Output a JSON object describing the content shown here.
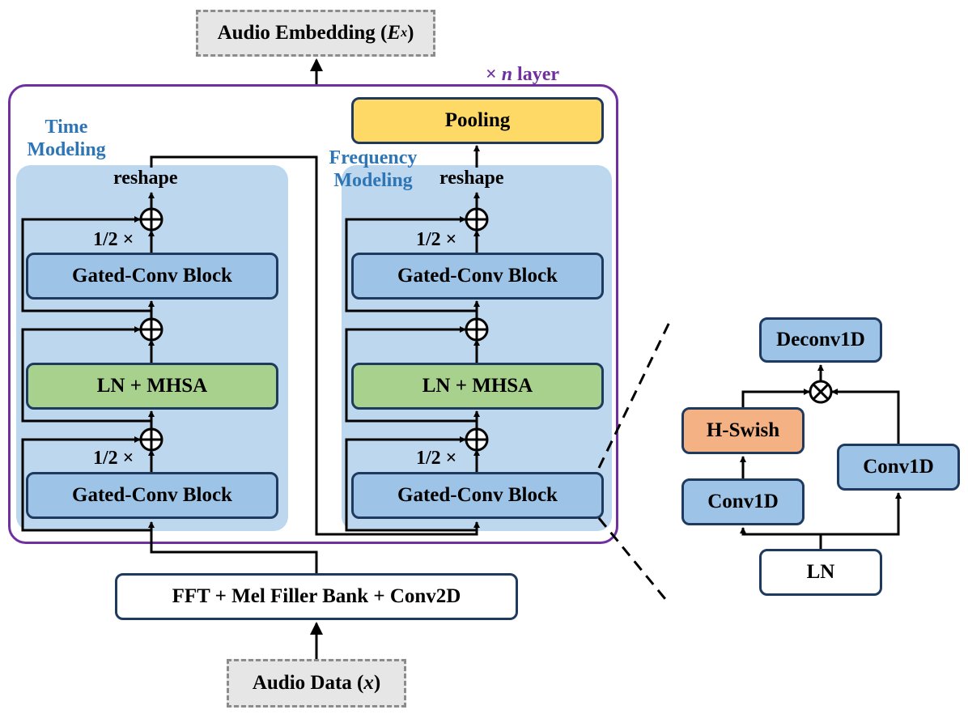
{
  "diagram": {
    "audio_embedding": {
      "prefix": "Audio Embedding (",
      "symbol": "E",
      "superscript": "x",
      "suffix": ")"
    },
    "n_layer": {
      "times": "×",
      "n": "n",
      "text": " layer"
    },
    "time_modeling": {
      "line1": "Time",
      "line2": "Modeling"
    },
    "frequency_modeling": {
      "line1": "Frequency",
      "line2": "Modeling"
    },
    "pooling": "Pooling",
    "reshape": "reshape",
    "gated_conv_block": "Gated-Conv Block",
    "ln_mhsa": "LN + MHSA",
    "half_scale": "1/2 ×",
    "fft": "FFT + Mel Filler Bank + Conv2D",
    "audio_data": {
      "prefix": "Audio Data (",
      "symbol": "x",
      "suffix": ")"
    },
    "detail": {
      "deconv": "Deconv1D",
      "hswish": "H-Swish",
      "conv_left": "Conv1D",
      "conv_right": "Conv1D",
      "ln": "LN"
    }
  },
  "colors": {
    "outer_border": "#7030a0",
    "panel": "#bdd7ee",
    "block_blue": "#9dc3e6",
    "block_green": "#a9d18e",
    "block_orange": "#f4b183",
    "block_yellow": "#ffd966",
    "label_blue": "#2e75b6",
    "box_border": "#1f3a5f"
  }
}
